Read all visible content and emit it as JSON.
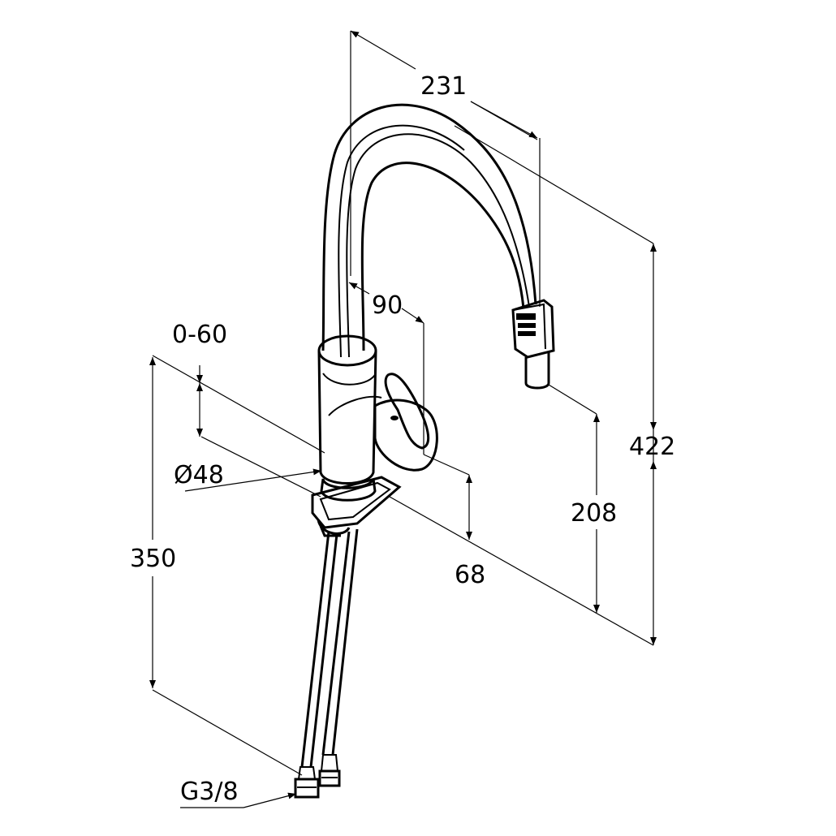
{
  "dimensions": {
    "spout_reach": "231",
    "spout_rotation": "90",
    "tilt_range": "0-60",
    "base_diameter": "Ø48",
    "total_height": "422",
    "outlet_height": "208",
    "body_height": "68",
    "hose_length": "350",
    "connection": "G3/8"
  },
  "colors": {
    "line": "#000000",
    "background": "#ffffff"
  }
}
